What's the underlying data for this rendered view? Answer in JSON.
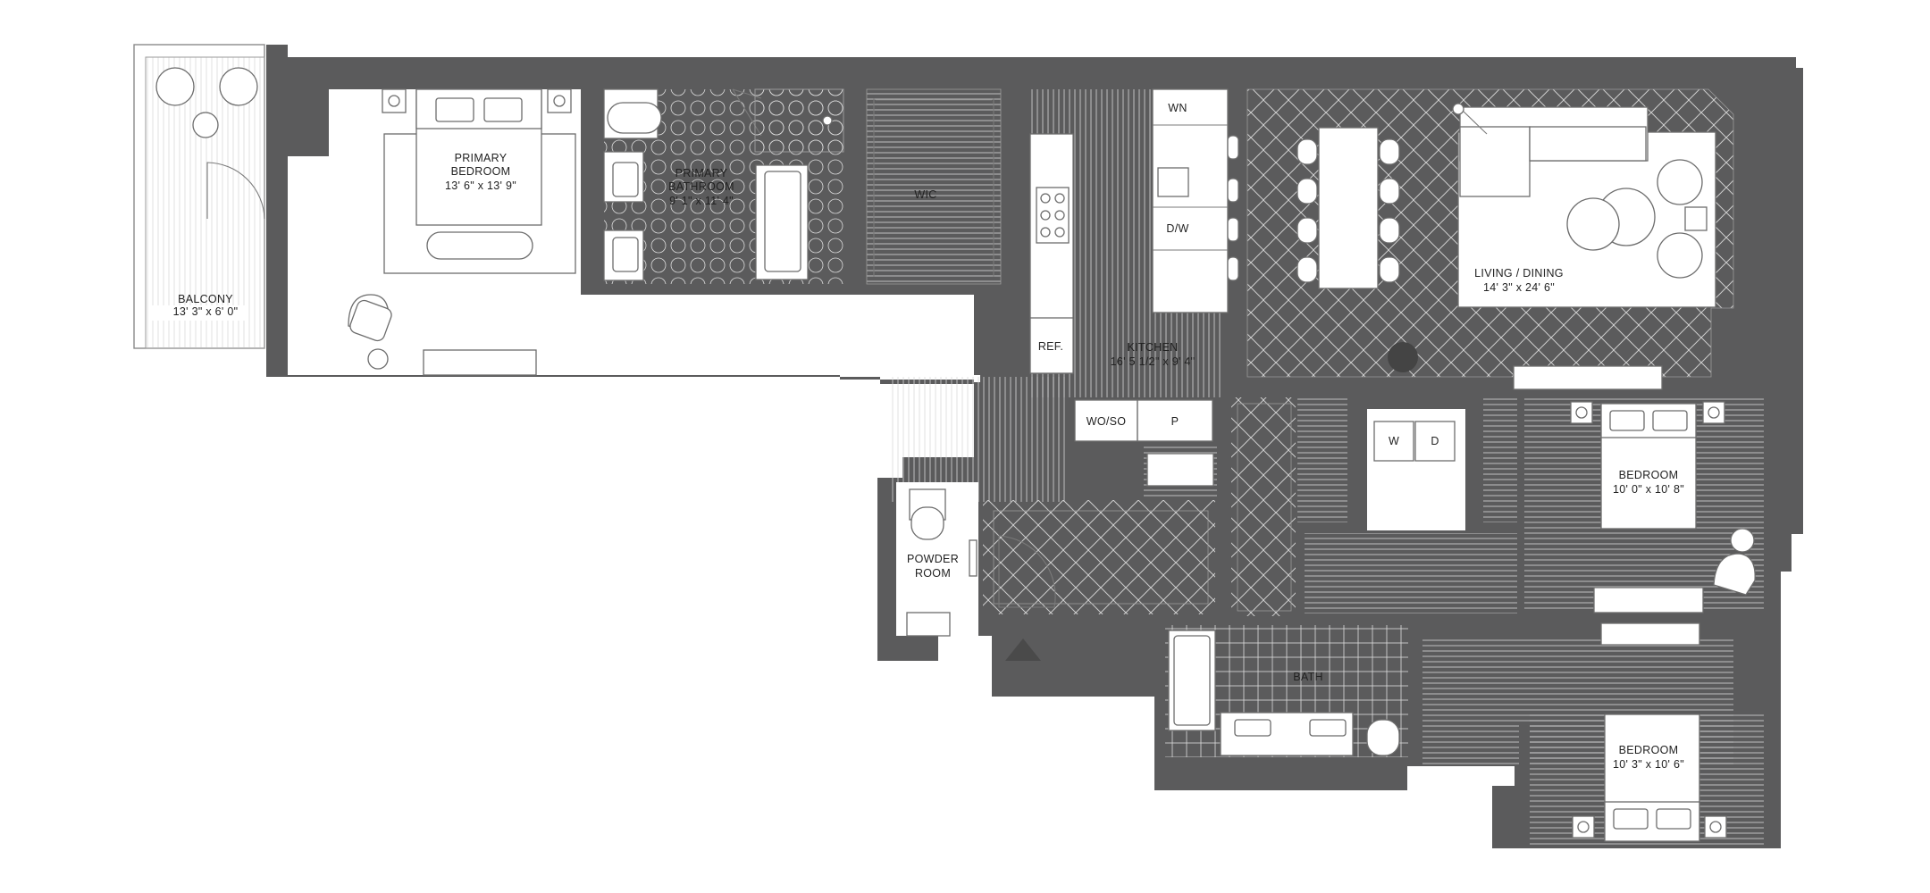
{
  "rooms": {
    "balcony": {
      "name": "BALCONY",
      "dims": "13' 3\" x 6' 0\""
    },
    "primary_bedroom": {
      "name_line1": "PRIMARY",
      "name_line2": "BEDROOM",
      "dims": "13' 6\" x 13' 9\""
    },
    "primary_bathroom": {
      "name_line1": "PRIMARY",
      "name_line2": "BATHROOM",
      "dims": "9' 1\" x 11' 4\""
    },
    "wic": {
      "name": "WIC"
    },
    "kitchen": {
      "name": "KITCHEN",
      "dims": "16' 5 1/2\" x 9' 4\""
    },
    "living_dining": {
      "name": "LIVING / DINING",
      "dims": "14' 3\" x 24' 6\""
    },
    "powder_room": {
      "name_line1": "POWDER",
      "name_line2": "ROOM"
    },
    "bedroom_2": {
      "name": "BEDROOM",
      "dims": "10' 0\" x 10' 8\""
    },
    "bedroom_3": {
      "name": "BEDROOM",
      "dims": "10' 3\" x 10' 6\""
    },
    "bath": {
      "name": "BATH"
    }
  },
  "appliances": {
    "wine": "WN",
    "dishwasher": "D/W",
    "refrigerator": "REF.",
    "wall_oven": "WO/SO",
    "pantry": "P",
    "washer": "W",
    "dryer": "D"
  },
  "colors": {
    "wall": "#5b5b5c",
    "floor_lines": "#cfcfcf",
    "furniture": "#6c6c6c"
  }
}
